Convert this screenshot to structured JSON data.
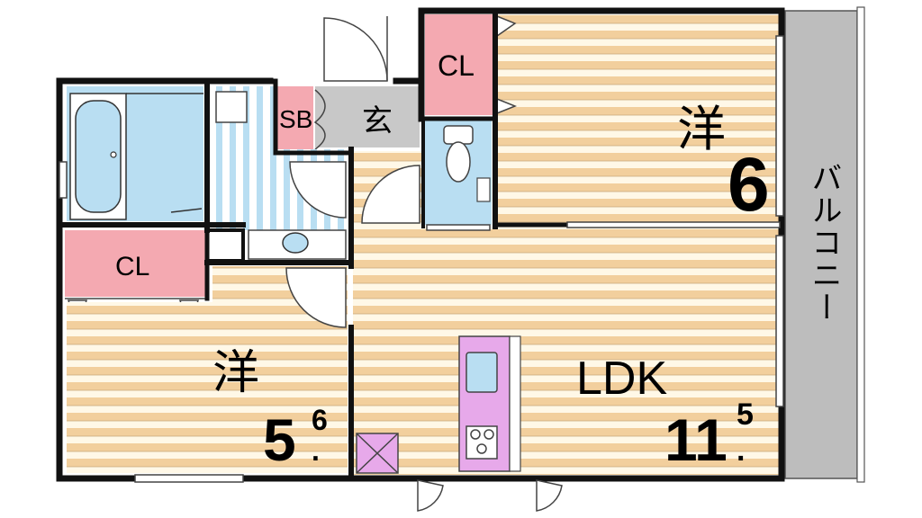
{
  "plan": {
    "colors": {
      "wall": "#111111",
      "floor_stripe_a": "#f2cf9d",
      "floor_stripe_b": "#fff8e7",
      "closet": "#f4a9b1",
      "bath": "#b9def2",
      "washroom_stripe": "#b9def2",
      "entrance": "#c8c8c8",
      "balcony": "#bdbdbd",
      "kitchen": "#e7a9ea"
    },
    "rooms": {
      "western_large": {
        "kanji": "洋",
        "size": "6"
      },
      "western_small": {
        "kanji": "洋",
        "size_int": "5",
        "size_dec": "6"
      },
      "ldk": {
        "label": "LDK",
        "size_int": "11",
        "size_dec": "5"
      },
      "closet_top": {
        "label": "CL"
      },
      "closet_left": {
        "label": "CL"
      },
      "shoe_box": {
        "label": "SB"
      },
      "entrance": {
        "label": "玄"
      },
      "balcony": {
        "label": "バルコニー"
      }
    }
  }
}
